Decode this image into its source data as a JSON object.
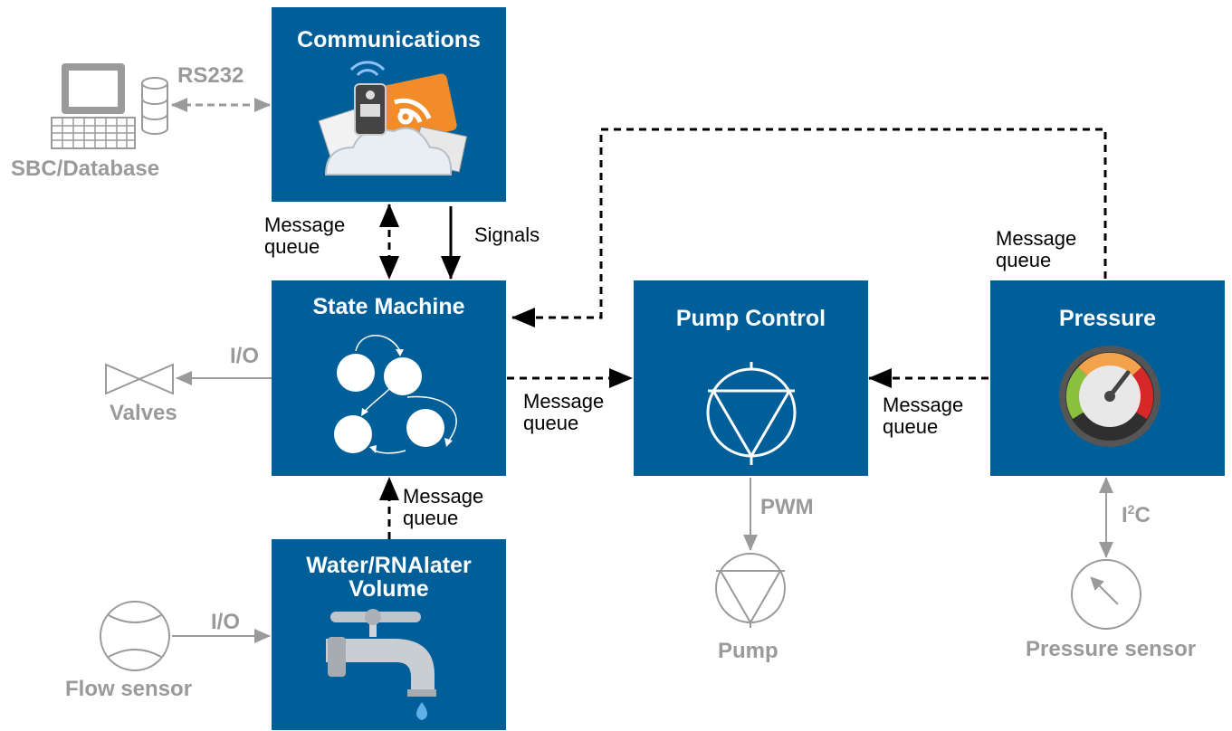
{
  "blocks": {
    "communications": "Communications",
    "state_machine": "State Machine",
    "pump_control": "Pump Control",
    "pressure": "Pressure",
    "water": "Water/RNAlater\nVolume"
  },
  "labels": {
    "rs232": "RS232",
    "sbc": "SBC/Database",
    "msgq_comm_state": "Message\nqueue",
    "signals": "Signals",
    "msgq_state_pump": "Message\nqueue",
    "msgq_pressure_pump": "Message\nqueue",
    "msgq_pressure_top": "Message\nqueue",
    "msgq_water_state": "Message\nqueue",
    "io_valves": "I/O",
    "valves": "Valves",
    "io_flow": "I/O",
    "flow_sensor": "Flow sensor",
    "pwm": "PWM",
    "pump": "Pump",
    "i2c_main": "I",
    "i2c_sup": "2",
    "i2c_end": "C",
    "pressure_sensor": "Pressure sensor"
  },
  "colors": {
    "block": "#005f99",
    "peripheral": "#9a9a9a",
    "arrow": "#000000"
  }
}
